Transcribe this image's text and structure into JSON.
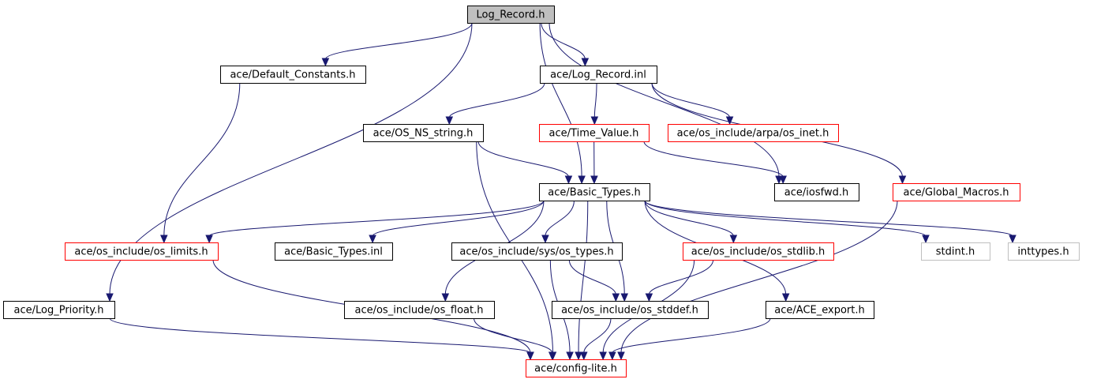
{
  "colors": {
    "edge": "#191970",
    "root_fill": "#bfbfbf",
    "normal_border": "#000000",
    "red_border": "#ff0000",
    "missing_border": "#bfbfbf",
    "missing_text": "#333333"
  },
  "nodes": [
    {
      "id": "log_record_h",
      "label": "Log_Record.h",
      "kind": "root"
    },
    {
      "id": "default_constants",
      "label": "ace/Default_Constants.h",
      "kind": "normal"
    },
    {
      "id": "log_record_inl",
      "label": "ace/Log_Record.inl",
      "kind": "normal"
    },
    {
      "id": "os_ns_string",
      "label": "ace/OS_NS_string.h",
      "kind": "normal"
    },
    {
      "id": "time_value",
      "label": "ace/Time_Value.h",
      "kind": "red"
    },
    {
      "id": "os_inet",
      "label": "ace/os_include/arpa/os_inet.h",
      "kind": "red"
    },
    {
      "id": "basic_types",
      "label": "ace/Basic_Types.h",
      "kind": "normal"
    },
    {
      "id": "iosfwd",
      "label": "ace/iosfwd.h",
      "kind": "normal"
    },
    {
      "id": "global_macros",
      "label": "ace/Global_Macros.h",
      "kind": "red"
    },
    {
      "id": "os_limits",
      "label": "ace/os_include/os_limits.h",
      "kind": "red"
    },
    {
      "id": "basic_types_inl",
      "label": "ace/Basic_Types.inl",
      "kind": "normal"
    },
    {
      "id": "os_types",
      "label": "ace/os_include/sys/os_types.h",
      "kind": "normal"
    },
    {
      "id": "os_stdlib",
      "label": "ace/os_include/os_stdlib.h",
      "kind": "red"
    },
    {
      "id": "stdint",
      "label": "stdint.h",
      "kind": "missing"
    },
    {
      "id": "inttypes",
      "label": "inttypes.h",
      "kind": "missing"
    },
    {
      "id": "log_priority",
      "label": "ace/Log_Priority.h",
      "kind": "normal"
    },
    {
      "id": "os_float",
      "label": "ace/os_include/os_float.h",
      "kind": "normal"
    },
    {
      "id": "os_stddef",
      "label": "ace/os_include/os_stddef.h",
      "kind": "normal"
    },
    {
      "id": "ace_export",
      "label": "ace/ACE_export.h",
      "kind": "normal"
    },
    {
      "id": "config_lite",
      "label": "ace/config-lite.h",
      "kind": "red"
    }
  ],
  "edges": [
    {
      "from": "log_record_h",
      "to": "default_constants"
    },
    {
      "from": "log_record_h",
      "to": "log_record_inl"
    },
    {
      "from": "log_record_h",
      "to": "basic_types"
    },
    {
      "from": "log_record_h",
      "to": "iosfwd"
    },
    {
      "from": "log_record_h",
      "to": "log_priority"
    },
    {
      "from": "default_constants",
      "to": "os_limits"
    },
    {
      "from": "log_record_inl",
      "to": "os_ns_string"
    },
    {
      "from": "log_record_inl",
      "to": "time_value"
    },
    {
      "from": "log_record_inl",
      "to": "os_inet"
    },
    {
      "from": "log_record_inl",
      "to": "global_macros"
    },
    {
      "from": "os_ns_string",
      "to": "basic_types"
    },
    {
      "from": "os_ns_string",
      "to": "config_lite"
    },
    {
      "from": "time_value",
      "to": "basic_types"
    },
    {
      "from": "time_value",
      "to": "iosfwd"
    },
    {
      "from": "global_macros",
      "to": "config_lite"
    },
    {
      "from": "basic_types",
      "to": "os_limits"
    },
    {
      "from": "basic_types",
      "to": "basic_types_inl"
    },
    {
      "from": "basic_types",
      "to": "os_types"
    },
    {
      "from": "basic_types",
      "to": "os_stdlib"
    },
    {
      "from": "basic_types",
      "to": "stdint"
    },
    {
      "from": "basic_types",
      "to": "inttypes"
    },
    {
      "from": "basic_types",
      "to": "os_float"
    },
    {
      "from": "basic_types",
      "to": "os_stddef"
    },
    {
      "from": "basic_types",
      "to": "ace_export"
    },
    {
      "from": "basic_types",
      "to": "config_lite"
    },
    {
      "from": "os_limits",
      "to": "config_lite"
    },
    {
      "from": "os_types",
      "to": "os_stddef"
    },
    {
      "from": "os_types",
      "to": "config_lite"
    },
    {
      "from": "os_stdlib",
      "to": "os_stddef"
    },
    {
      "from": "os_stdlib",
      "to": "config_lite"
    },
    {
      "from": "log_priority",
      "to": "config_lite"
    },
    {
      "from": "os_float",
      "to": "config_lite"
    },
    {
      "from": "os_stddef",
      "to": "config_lite"
    },
    {
      "from": "ace_export",
      "to": "config_lite"
    }
  ]
}
